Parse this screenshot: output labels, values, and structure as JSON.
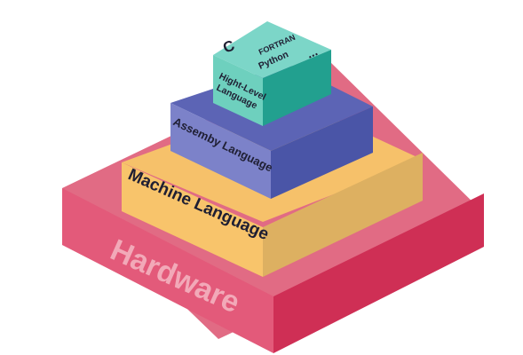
{
  "layers": [
    {
      "id": "hardware",
      "label": "Hardware",
      "colors": {
        "top": "#e16b84",
        "left": "#e35a7a",
        "right": "#cf2f55",
        "text": "#f2a9b8"
      }
    },
    {
      "id": "machine",
      "label": "Machine Language",
      "colors": {
        "top": "#f6c16a",
        "left": "#f8c46b",
        "right": "#ddb061",
        "text": "#1f1f33"
      }
    },
    {
      "id": "assembly",
      "label": "Assemby Language",
      "colors": {
        "top": "#5c64b5",
        "left": "#7c82c9",
        "right": "#4a55a7",
        "text": "#1f1f33"
      }
    },
    {
      "id": "highlevel",
      "label_line1": "Hight-Level",
      "label_line2": "Language",
      "colors": {
        "top": "#7cd6c8",
        "left": "#6ed0be",
        "right": "#22a08f",
        "text": "#1f1f33"
      }
    }
  ],
  "languages": [
    "C",
    "FORTRAN",
    "Python",
    "..."
  ]
}
